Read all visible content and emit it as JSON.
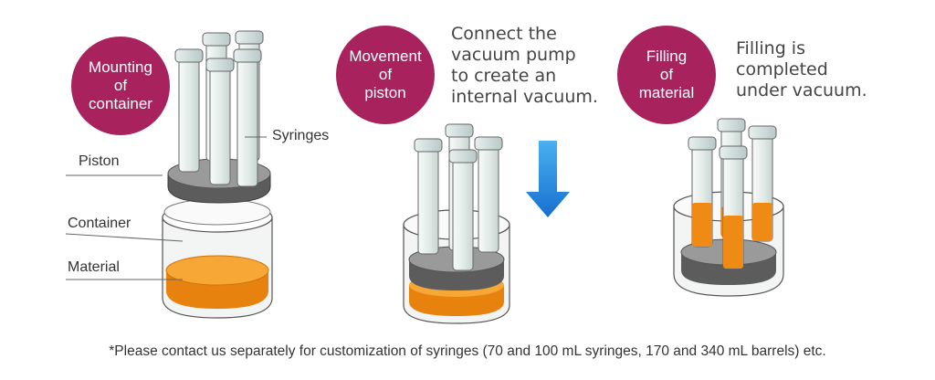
{
  "steps": [
    {
      "badge": [
        "Mounting",
        "of",
        "container"
      ]
    },
    {
      "badge": [
        "Movement",
        "of",
        "piston"
      ],
      "description": [
        "Connect the",
        "vacuum pump",
        "to create an",
        "internal vacuum."
      ]
    },
    {
      "badge": [
        "Filling",
        "of",
        "material"
      ],
      "description": [
        "Filling is",
        "completed",
        "under vacuum."
      ]
    }
  ],
  "labels": {
    "syringes": "Syringes",
    "piston": "Piston",
    "container": "Container",
    "material": "Material"
  },
  "footnote": "*Please contact us separately for customization of syringes (70 and 100 mL syringes, 170 and 340 mL barrels) etc.",
  "colors": {
    "badge": "#a8225e",
    "arrow": "#1e8fe0",
    "material": "#f39a1e",
    "piston": "#6e6e6e"
  }
}
